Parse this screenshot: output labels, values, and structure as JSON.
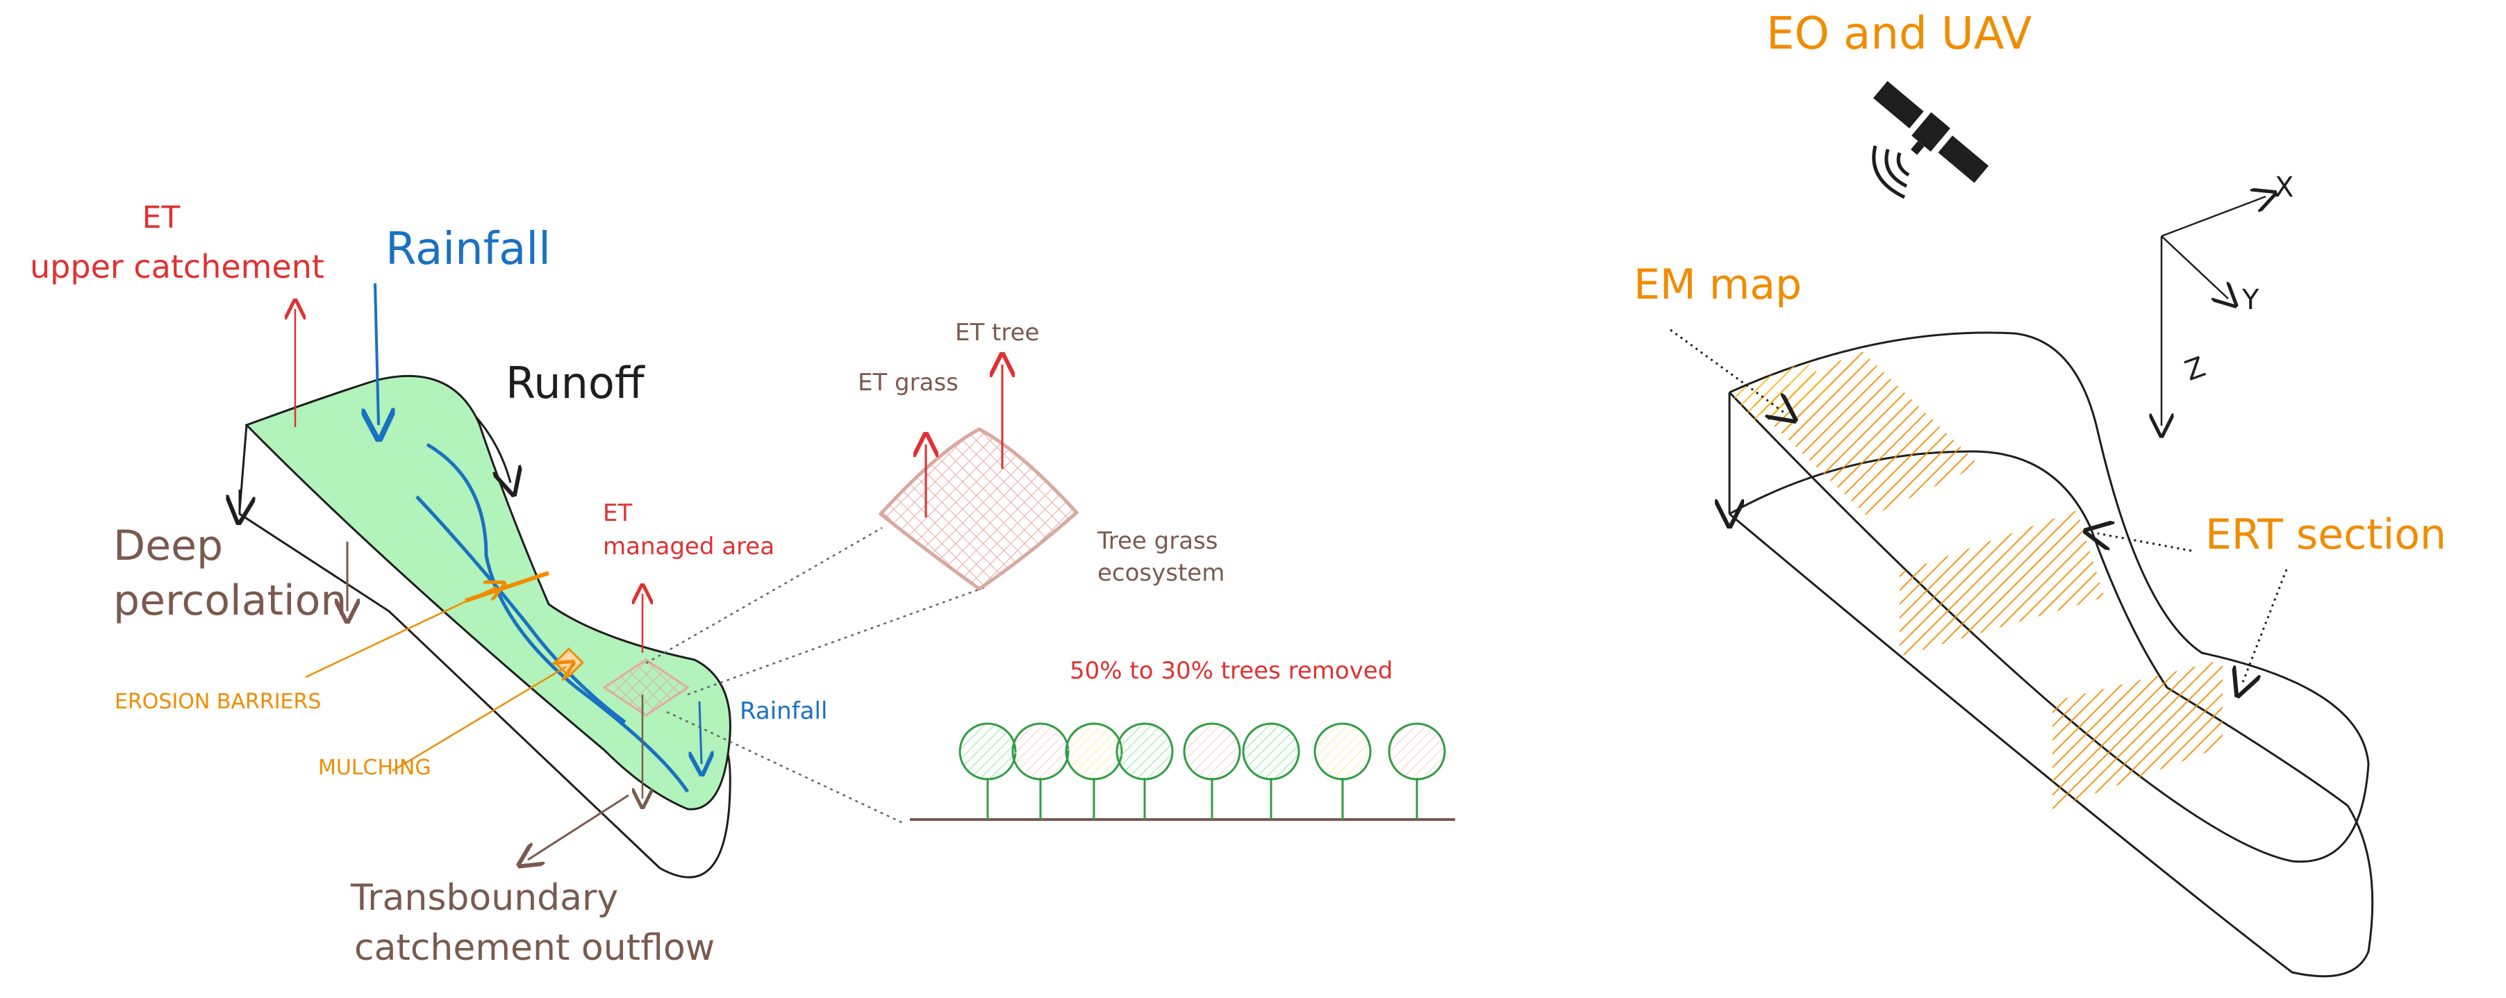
{
  "left_panel": {
    "et_upper_line1": "ET",
    "et_upper_line2": "upper catchement",
    "rainfall_main": "Rainfall",
    "runoff": "Runoff",
    "deep_line1": "Deep",
    "deep_line2": "percolation",
    "et_managed_line1": "ET",
    "et_managed_line2": "managed area",
    "erosion_barriers": "EROSION BARRIERS",
    "mulching": "MULCHING",
    "rainfall_small": "Rainfall",
    "outflow_line1": "Transboundary",
    "outflow_line2": "catchement outflow"
  },
  "middle_panel": {
    "et_tree": "ET tree",
    "et_grass": "ET grass",
    "ecosystem_line1": "Tree grass",
    "ecosystem_line2": "ecosystem",
    "trees_removed": "50% to 30% trees removed"
  },
  "right_panel": {
    "eo_uav": "EO and UAV",
    "em_map": "EM map",
    "ert_section": "ERT section",
    "axis_x": "X",
    "axis_y": "Y",
    "axis_z": "Z"
  },
  "colors": {
    "red": "#e03131",
    "blue": "#1971c2",
    "brown": "#7a5a4e",
    "orange": "#f08c00",
    "green_fill": "#b2f2bb",
    "tree_green": "#2f9e44"
  },
  "icons": [
    "satellite-icon"
  ]
}
